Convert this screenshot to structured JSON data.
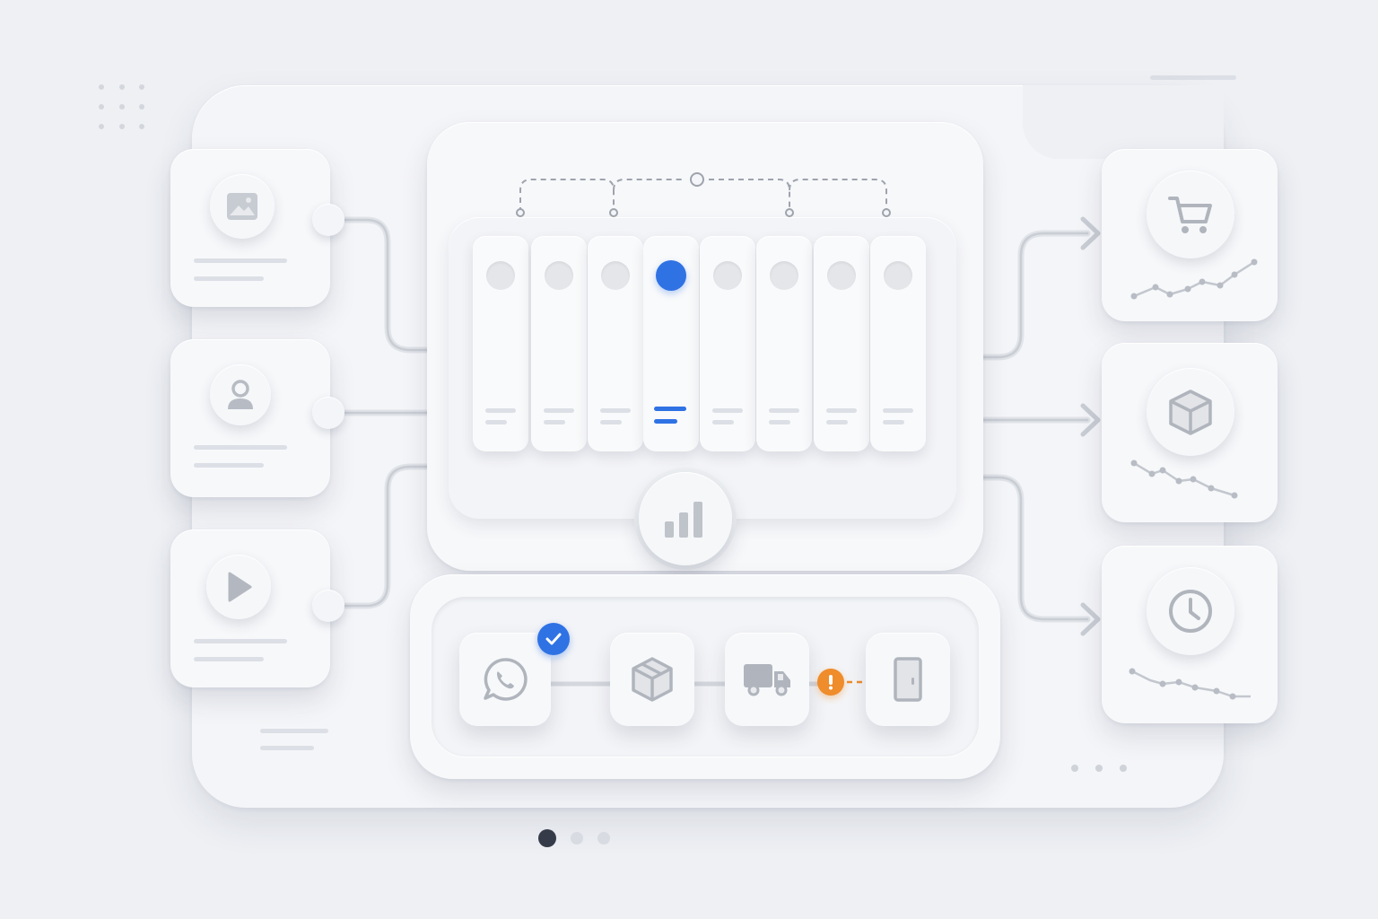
{
  "colors": {
    "accent": "#2f72e4",
    "warning": "#ef8c2b",
    "pager_active": "#353b48",
    "lines": "#d6d9df",
    "icon": "#a9aeb7"
  },
  "inputs": [
    {
      "icon": "image-icon"
    },
    {
      "icon": "user-icon"
    },
    {
      "icon": "play-icon"
    }
  ],
  "hub": {
    "columns": 8,
    "active_column": 4,
    "center_icon": "bar-chart-icon"
  },
  "outputs": [
    {
      "icon": "cart-icon",
      "trend": "up"
    },
    {
      "icon": "box-icon",
      "trend": "down"
    },
    {
      "icon": "clock-icon",
      "trend": "down"
    }
  ],
  "pipeline": [
    {
      "icon": "whatsapp-icon",
      "status": "done"
    },
    {
      "icon": "package-icon"
    },
    {
      "icon": "truck-icon",
      "status": "warning"
    },
    {
      "icon": "door-icon"
    }
  ],
  "pager": {
    "count": 3,
    "active": 1
  }
}
